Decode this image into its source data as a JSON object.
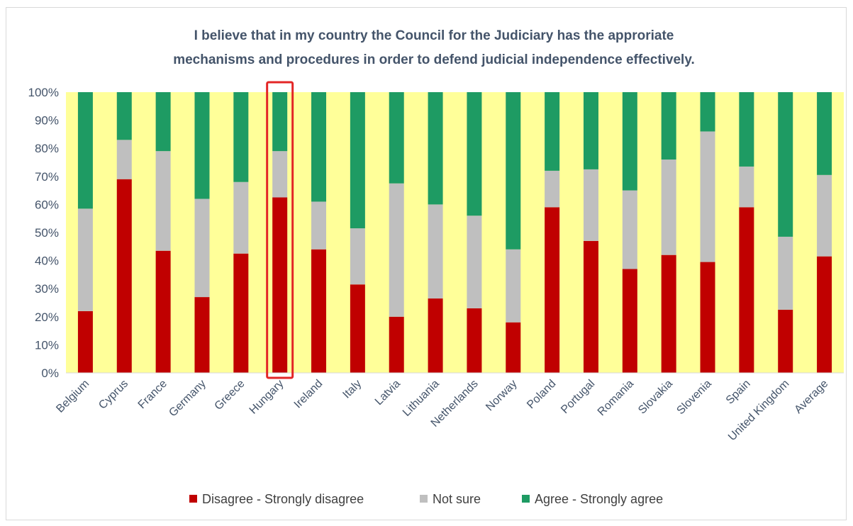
{
  "chart_data": {
    "type": "bar",
    "stacked": true,
    "normalized": true,
    "title": "I believe that in my country the Council for the Judiciary has the approriate mechanisms and procedures  in order to defend judicial independence effectively.",
    "title_lines": [
      "I believe that in my country the Council for the Judiciary has the approriate",
      "mechanisms and procedures  in order to defend judicial independence effectively."
    ],
    "xlabel": "",
    "ylabel": "",
    "ylim": [
      0,
      100
    ],
    "y_ticks": [
      "0%",
      "10%",
      "20%",
      "30%",
      "40%",
      "50%",
      "60%",
      "70%",
      "80%",
      "90%",
      "100%"
    ],
    "grid": false,
    "plot_background": "#ffff99",
    "legend_position": "bottom",
    "highlighted_category": "Hungary",
    "highlight_color": "#e32626",
    "categories": [
      "Belgium",
      "Cyprus",
      "France",
      "Germany",
      "Greece",
      "Hungary",
      "Ireland",
      "Italy",
      "Latvia",
      "Lithuania",
      "Netherlands",
      "Norway",
      "Poland",
      "Portugal",
      "Romania",
      "Slovakia",
      "Slovenia",
      "Spain",
      "United Kingdom",
      "Average"
    ],
    "series": [
      {
        "name": "Disagree - Strongly disagree",
        "color": "#c00000",
        "values": [
          22,
          69,
          43.5,
          27,
          42.5,
          62.5,
          44,
          31.5,
          20,
          26.5,
          23,
          18,
          59,
          47,
          37,
          42,
          39.5,
          59,
          22.5,
          41.5
        ]
      },
      {
        "name": "Not sure",
        "color": "#bfbfbf",
        "values": [
          36.5,
          14,
          35.5,
          35,
          25.5,
          16.5,
          17,
          20,
          47.5,
          33.5,
          33,
          26,
          13,
          25.5,
          28,
          34,
          46.5,
          14.5,
          26,
          29
        ]
      },
      {
        "name": "Agree - Strongly agree",
        "color": "#1e9b63",
        "values": [
          41.5,
          17,
          21,
          38,
          32,
          21,
          39,
          48.5,
          32.5,
          40,
          44,
          56,
          28,
          27.5,
          35,
          24,
          14,
          26.5,
          51.5,
          29.5
        ]
      }
    ]
  }
}
